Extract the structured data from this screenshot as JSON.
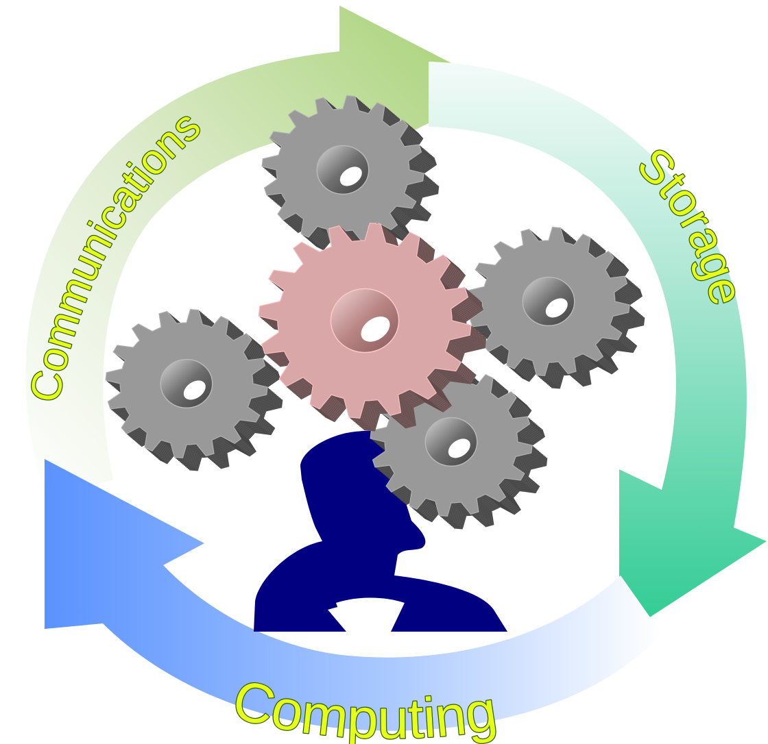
{
  "diagram": {
    "labels": {
      "communications": "Communications",
      "storage": "Storage",
      "computing": "Computing"
    },
    "colors": {
      "label_fill": "#e6ff1a",
      "label_outline": "#2d5a00",
      "communications_arrow": "#a6d276",
      "storage_arrow": "#2fcf97",
      "computing_arrow": "#5b93ff",
      "gear": "#999999",
      "center_gear": "#d9a7a7",
      "person": "#000080"
    }
  }
}
